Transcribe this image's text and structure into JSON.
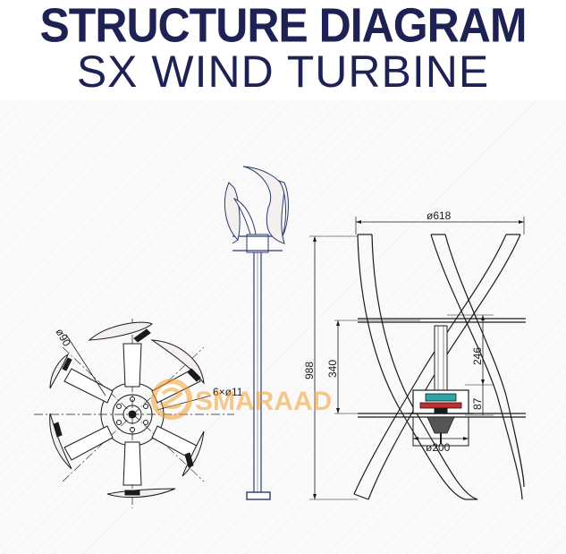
{
  "header": {
    "title": "STRUCTURE DIAGRAM",
    "subtitle": "SX WIND TURBINE"
  },
  "dimensions": {
    "rotor_diameter": "ø618",
    "height_total": "988",
    "height_blade": "340",
    "height_upper": "246",
    "height_hub": "87",
    "hub_diameter": "ø200",
    "blade_end_diameter": "ø90",
    "bolt_holes": "6×ø11"
  },
  "watermark": "SMARAAD",
  "colors": {
    "title": "#1e2154",
    "line": "#1a1a1a",
    "pole": "#2a3b6b",
    "blade_fill": "#f5f0f0",
    "watermark": "#f0a030",
    "accent_red": "#c03030",
    "accent_teal": "#2fa6a6"
  }
}
